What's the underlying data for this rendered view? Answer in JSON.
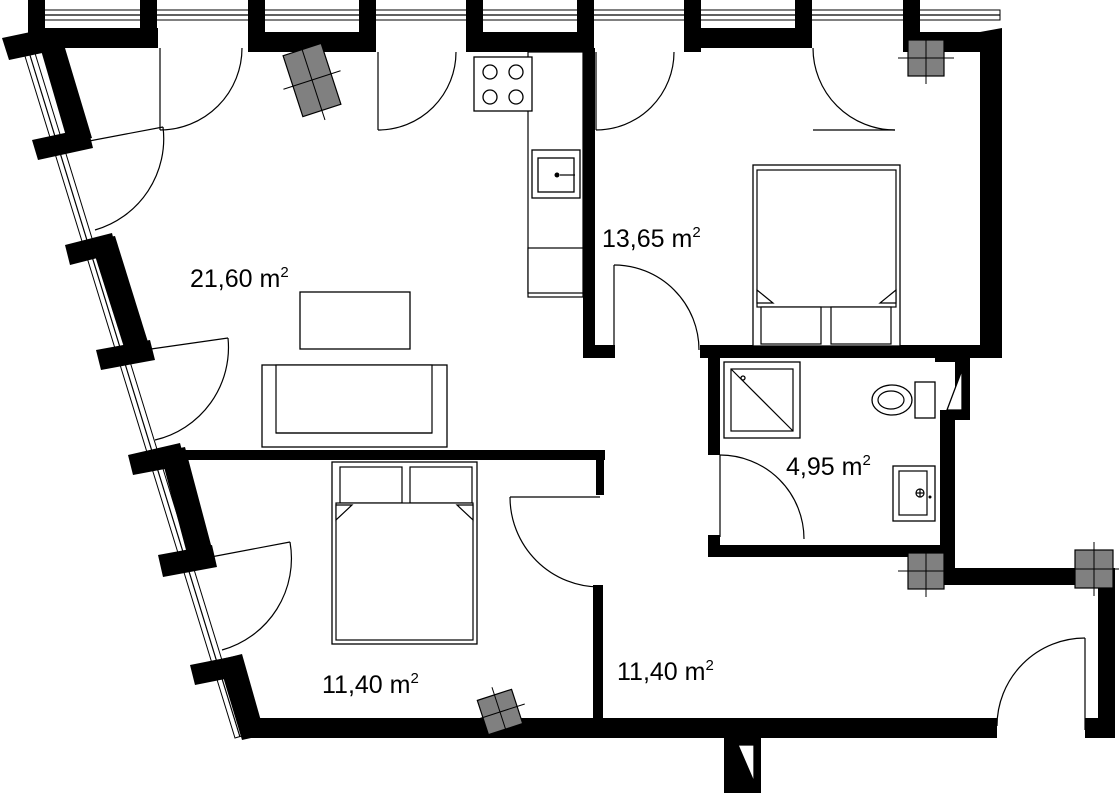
{
  "floorplan": {
    "rooms": [
      {
        "id": "living",
        "area": "21,60 m",
        "sup": "2"
      },
      {
        "id": "bedroom-ne",
        "area": "13,65 m",
        "sup": "2"
      },
      {
        "id": "bathroom",
        "area": "4,95 m",
        "sup": "2"
      },
      {
        "id": "bedroom-sw",
        "area": "11,40 m",
        "sup": "2"
      },
      {
        "id": "hall",
        "area": "11,40 m",
        "sup": "2"
      }
    ],
    "colors": {
      "wall": "#000000",
      "duct": "#808080",
      "background": "#ffffff"
    }
  }
}
